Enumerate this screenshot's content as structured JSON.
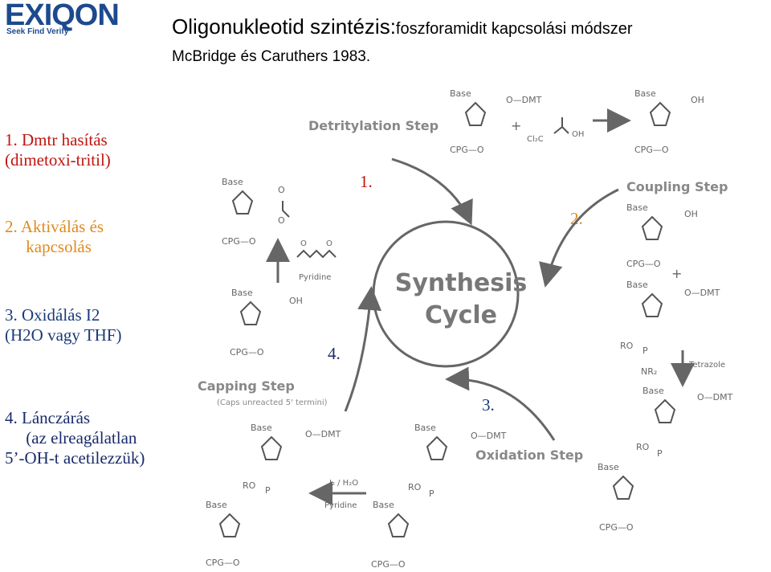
{
  "logo": {
    "word": "EXIQON",
    "tagline": "Seek Find Verify"
  },
  "header": {
    "title": "Oligonukleotid szintézis:",
    "title_sub": "foszforamidit kapcsolási módszer",
    "subtitle": "McBridge és Caruthers 1983."
  },
  "steps": [
    {
      "text": "1. Dmtr hasítás\n(dimetoxi-tritil)",
      "color": "#c0140f"
    },
    {
      "text": "2. Aktiválás és\n     kapcsolás",
      "color": "#e08a1e"
    },
    {
      "text": "3. Oxidálás I2\n(H2O vagy THF)",
      "color": "#1a3a7a"
    },
    {
      "text": "4. Lánczárás\n     (az elreagálatlan\n5’-OH-t acetilezzük)",
      "color": "#1a2c6a"
    }
  ],
  "cycle_numbers": {
    "n1": "1.",
    "n2": "2.",
    "n3": "3.",
    "n4": "4."
  },
  "diagram": {
    "center": [
      "Synthesis",
      "Cycle"
    ],
    "step_labels": {
      "detritylation": "Detritylation Step",
      "coupling": "Coupling Step",
      "oxidation": "Oxidation Step",
      "capping": "Capping Step",
      "capping_note": "(Caps unreacted 5' termini)"
    },
    "reagents": {
      "pyridine": "Pyridine",
      "tetrazole": "Tetrazole",
      "iodine": "I₂ / H₂O",
      "pyridine2": "Pyridine",
      "plus": "+",
      "cl2c": "Cl₂C",
      "oh": "OH"
    },
    "groups": {
      "base": "Base",
      "dmt": "O—DMT",
      "oh": "OH",
      "cpg": "CPG—O",
      "ro": "RO",
      "p": "P",
      "nr2": "NR₂",
      "o": "O"
    }
  }
}
